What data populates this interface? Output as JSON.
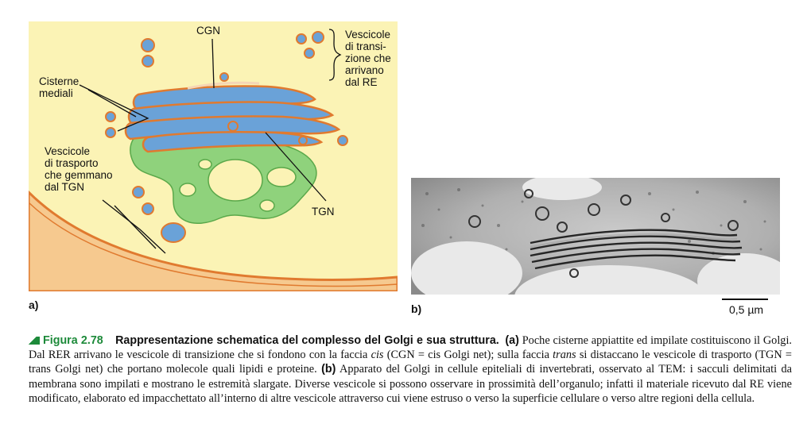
{
  "panel_a": {
    "tag": "a)",
    "labels": {
      "cgn": "CGN",
      "vesc_transizione": "Vescicole\ndi transi-\nzione che\narrivano\ndal RE",
      "cisterne": "Cisterne\nmediali",
      "vesc_trasporto": "Vescicole\ndi trasporto\nche gemmano\ndal TGN",
      "tgn": "TGN"
    },
    "colors": {
      "background": "#fbf3b5",
      "cytoplasm_edge": "#f6c98f",
      "membrane": "#e07a2f",
      "lumen": "#6aa2d8",
      "trans_network": "#8fd27c"
    }
  },
  "panel_b": {
    "tag": "b)",
    "scale_label": "0,5 µm"
  },
  "caption": {
    "figure_label": "Figura 2.78",
    "title": "Rappresentazione schematica del complesso del Golgi e sua struttura.",
    "part_a_tag": "(a)",
    "part_a_1": " Poche cisterne appiattite ed impilate costituiscono il Golgi. Dal RER arrivano le vescicole di transizione che si fondono con la faccia ",
    "cis": "cis",
    "part_a_2": " (CGN = cis Golgi net); sulla faccia ",
    "trans": "trans",
    "part_a_3": " si distaccano le vescicole di trasporto (TGN = trans Golgi net) che portano molecole quali lipidi e proteine. ",
    "part_b_tag": "(b)",
    "part_b": " Apparato del Golgi in cellule epiteliali di invertebrati, osservato al TEM: i sacculi delimitati da membrana sono impilati e mostrano le estremità slargate. Diverse vescicole si possono osservare in prossimità dell’organulo; infatti il materiale ricevuto dal RE viene modificato, elaborato ed impacchettato all’interno di altre vescicole attraverso cui viene estruso o verso la superficie cellulare o verso altre regioni della cellula."
  }
}
